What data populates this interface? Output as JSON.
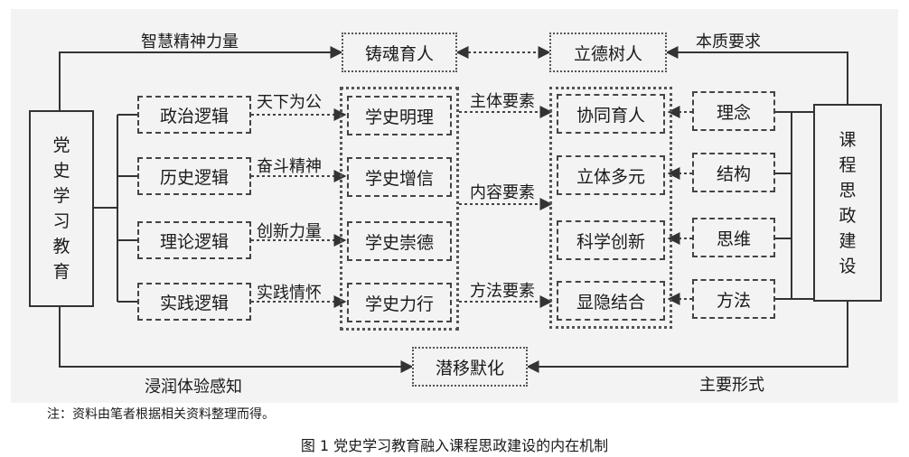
{
  "left_pillar": "党史学习教育",
  "right_pillar": "课程思政建设",
  "top_boxes": {
    "left": "铸魂育人",
    "right": "立德树人"
  },
  "bottom_box": "潜移默化",
  "flow_labels": {
    "top_left": "智慧精神力量",
    "top_right": "本质要求",
    "bottom_left": "浸润体验感知",
    "bottom_right": "主要形式"
  },
  "logics": [
    "政治逻辑",
    "历史逻辑",
    "理论逻辑",
    "实践逻辑"
  ],
  "logic_arrows": [
    "天下为公",
    "奋斗精神",
    "创新力量",
    "实践情怀"
  ],
  "history_boxes": [
    "学史明理",
    "学史增信",
    "学史崇德",
    "学史力行"
  ],
  "elements": [
    "主体要素",
    "内容要素",
    "方法要素"
  ],
  "outcomes": [
    "协同育人",
    "立体多元",
    "科学创新",
    "显隐结合"
  ],
  "course_items": [
    "理念",
    "结构",
    "思维",
    "方法"
  ],
  "note": "注：资料由笔者根据相关资料整理而得。",
  "caption": "图 1   党史学习教育融入课程思政建设的内在机制"
}
